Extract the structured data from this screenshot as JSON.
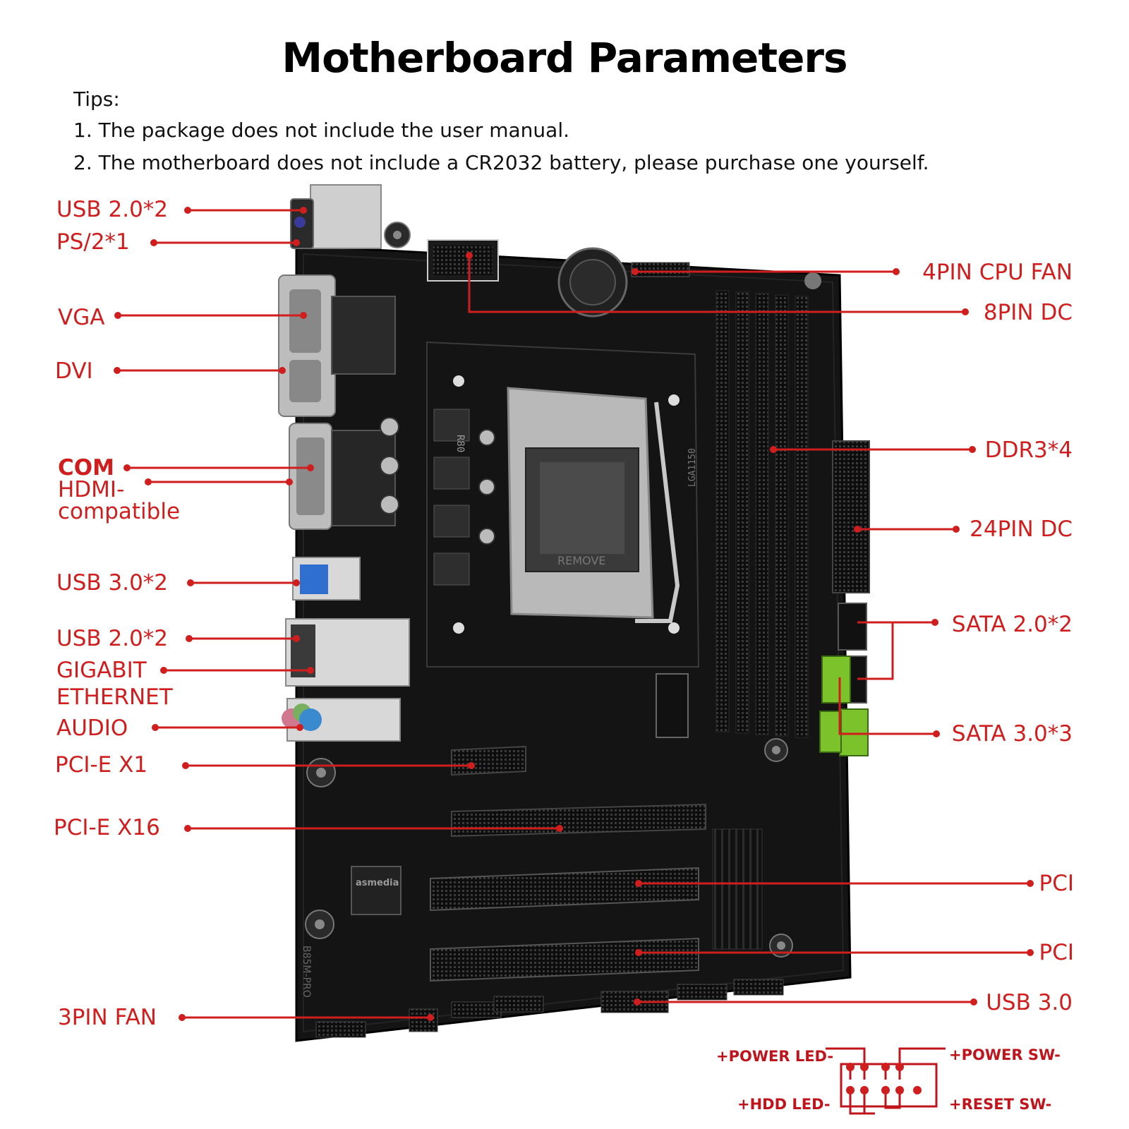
{
  "title": "Motherboard Parameters",
  "tips": {
    "heading": "Tips:",
    "items": [
      "1. The package does not include the user manual.",
      "2. The motherboard does not include a CR2032 battery, please purchase one yourself."
    ]
  },
  "labels_left": {
    "usb20_top": "USB 2.0*2",
    "ps2": "PS/2*1",
    "vga": "VGA",
    "dvi": "DVI",
    "com": "COM",
    "hdmi_line1": "HDMI-",
    "hdmi_line2": "compatible",
    "usb30_rear": "USB 3.0*2",
    "usb20_mid": "USB 2.0*2",
    "ethernet_line1": "GIGABIT",
    "ethernet_line2": "ETHERNET",
    "audio": "AUDIO",
    "pcie_x1": "PCI-E X1",
    "pcie_x16": "PCI-E X16",
    "fan3": "3PIN FAN"
  },
  "labels_right": {
    "cpu_fan": "4PIN CPU FAN",
    "dc8": "8PIN DC",
    "ddr3": "DDR3*4",
    "dc24": "24PIN DC",
    "sata2": "SATA 2.0*2",
    "sata3": "SATA 3.0*3",
    "pci_1": "PCI",
    "pci_2": "PCI",
    "usb30_header": "USB 3.0"
  },
  "front_panel": {
    "power_led": "+POWER LED-",
    "power_sw": "+POWER SW-",
    "hdd_led": "+HDD LED-",
    "reset_sw": "+RESET SW-"
  },
  "board_print": {
    "model": "B85M-PRO",
    "socket": "LGA1150",
    "remove": "REMOVE",
    "chip_brand": "asmedia",
    "inductor": "R80"
  },
  "colors": {
    "accent": "#d01e1e",
    "board": "#141414",
    "sata3_connector": "#7cc22a",
    "usb3_port": "#2f6fd0"
  }
}
